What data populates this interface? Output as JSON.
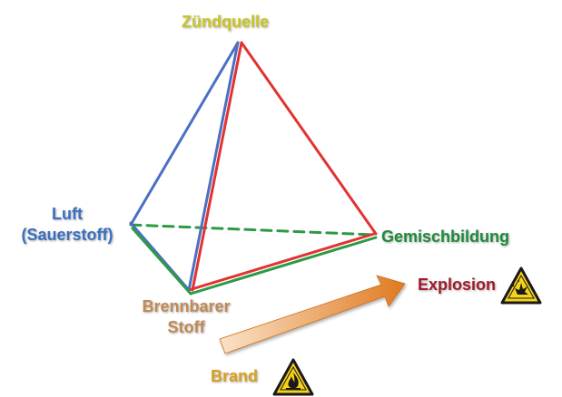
{
  "labels": {
    "ignition_source": "Zündquelle",
    "air_line1": "Luft",
    "air_line2": "(Sauerstoff)",
    "mixture_formation": "Gemischbildung",
    "explosion": "Explosion",
    "fuel_line1": "Brennbarer",
    "fuel_line2": "Stoff",
    "fire": "Brand"
  },
  "colors": {
    "ignition_source": "#c9c41f",
    "air": "#3a6fbf",
    "mixture_formation": "#1e8a3a",
    "explosion": "#a01b2a",
    "fuel": "#c08a55",
    "fire": "#d9a020",
    "edge_blue": "#4a6fc4",
    "edge_red": "#e23232",
    "edge_green": "#2e9a44",
    "arrow_start": "#fbe2c8",
    "arrow_end": "#e07a20",
    "warning_yellow": "#f6d21c"
  },
  "icons": {
    "explosion_warning": "explosion-warning-icon",
    "fire_warning": "fire-warning-icon"
  }
}
